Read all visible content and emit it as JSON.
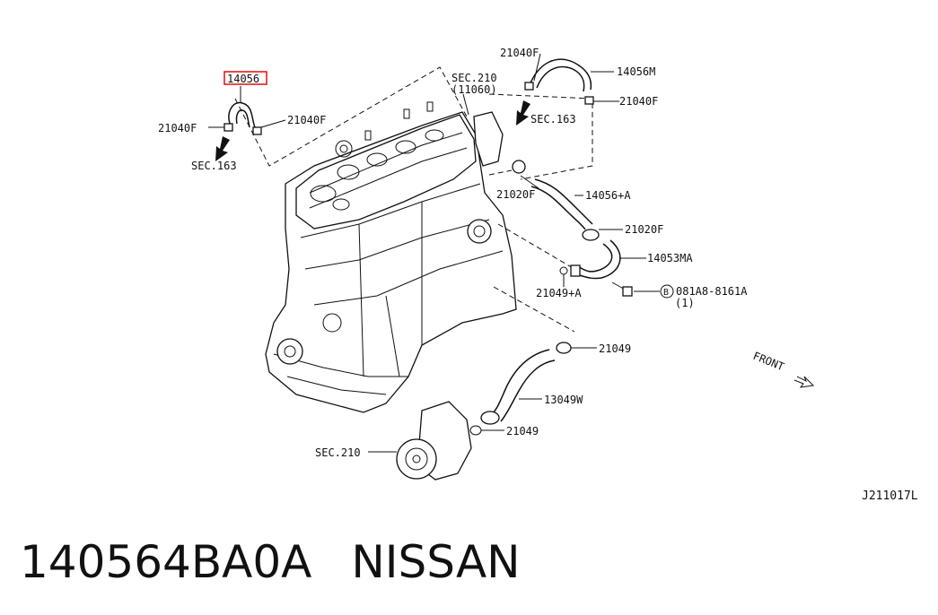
{
  "diagram": {
    "highlighted_part": "14056",
    "labels": {
      "l_14056": "14056",
      "l_21040f_a": "21040F",
      "l_21040f_b": "21040F",
      "l_sec163_a": "SEC.163",
      "l_sec210_top": "SEC.210",
      "l_11060": "(11060)",
      "l_21040f_c": "21040F",
      "l_14056m": "14056M",
      "l_21040f_d": "21040F",
      "l_sec163_b": "SEC.163",
      "l_21020f_a": "21020F",
      "l_14056a": "14056+A",
      "l_21020f_b": "21020F",
      "l_14053ma": "14053MA",
      "l_21049a": "21049+A",
      "l_bolt_code": "081A8-8161A",
      "l_bolt_qty": "(1)",
      "l_21049_a": "21049",
      "l_13049w": "13049W",
      "l_21049_b": "21049",
      "l_sec210_bottom": "SEC.210",
      "l_front": "FRONT",
      "l_diagram_id": "J211017L"
    },
    "bolt_marker": "B"
  },
  "caption": {
    "part_number": "140564BA0A",
    "brand": "NISSAN"
  },
  "colors": {
    "highlight": "#e41c1c",
    "ink": "#111111",
    "background": "#ffffff"
  }
}
